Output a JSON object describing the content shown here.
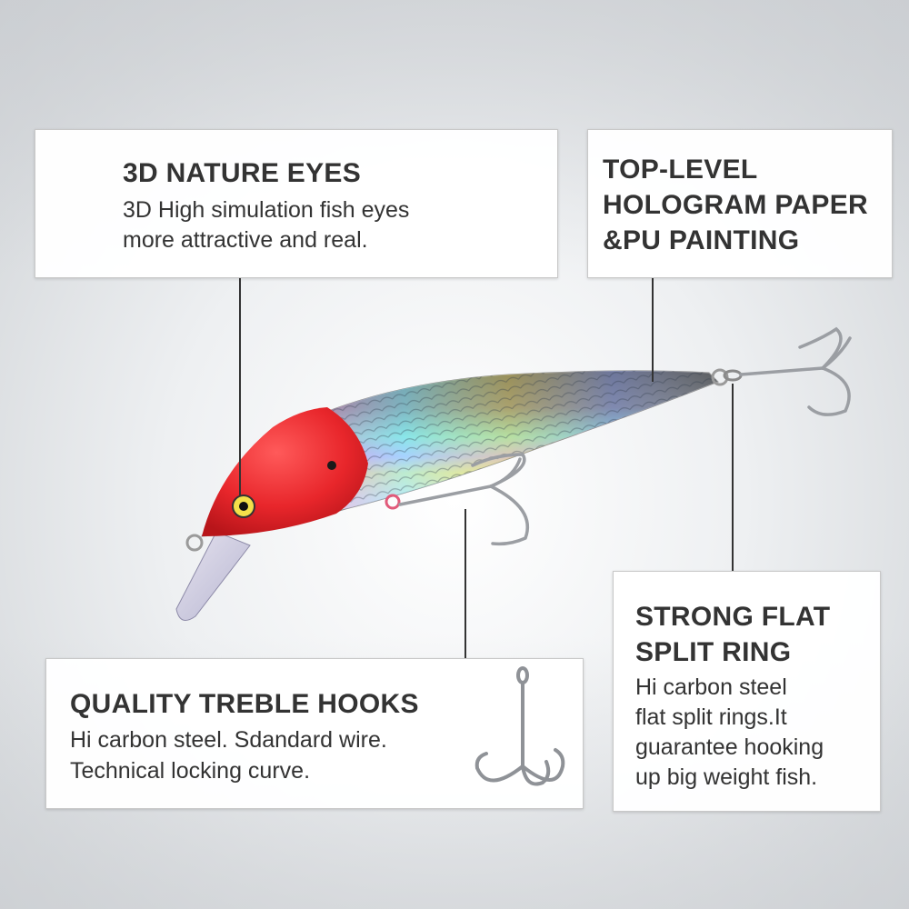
{
  "features": {
    "eyes": {
      "title": "3D NATURE EYES",
      "desc_1": "3D High simulation fish eyes",
      "desc_2": "more attractive and real."
    },
    "hologram": {
      "title_1": "TOP-LEVEL",
      "title_2": "HOLOGRAM PAPER",
      "title_3": "&PU PAINTING"
    },
    "hooks": {
      "title": "QUALITY TREBLE HOOKS",
      "desc_1": "Hi carbon steel. Sdandard wire.",
      "desc_2": "Technical locking curve."
    },
    "split_ring": {
      "title_1": "STRONG FLAT",
      "title_2": "SPLIT RING",
      "desc_1": "Hi carbon steel",
      "desc_2": "flat split rings.It",
      "desc_3": "guarantee hooking",
      "desc_4": "up big weight fish."
    }
  },
  "colors": {
    "lure_head": "#e8262b",
    "lure_back": "#3a3d42",
    "lure_belly": "#e9e9ee",
    "text": "#333333"
  }
}
